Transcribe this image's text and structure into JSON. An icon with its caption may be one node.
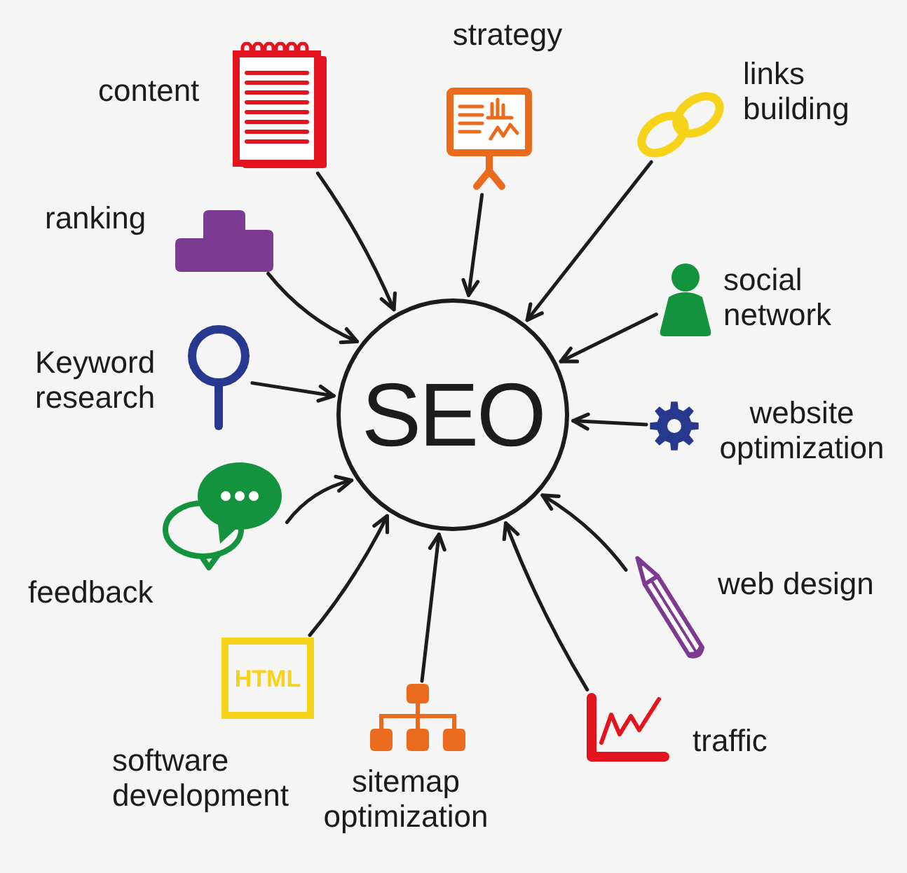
{
  "diagram": {
    "nodes": [
      {
        "text": [
          "content"
        ]
      },
      {
        "text": [
          "strategy"
        ]
      },
      {
        "text": [
          "links building"
        ]
      },
      {
        "text": [
          "ranking"
        ]
      },
      {
        "text": [
          "social network"
        ]
      },
      {
        "text": [
          "Keyword research"
        ]
      },
      {
        "text": [
          "SEO"
        ]
      },
      {
        "text": [
          "website optimization"
        ]
      },
      {
        "text": [
          "feedback"
        ]
      },
      {
        "text": [
          "web design"
        ]
      },
      {
        "text": [
          "software development"
        ]
      },
      {
        "text": [
          "sitemap optimization"
        ]
      },
      {
        "text": [
          "traffic"
        ]
      }
    ],
    "edges": [
      {
        "from": 0,
        "to": 6,
        "arrow": "to"
      },
      {
        "from": 1,
        "to": 6,
        "arrow": "to"
      },
      {
        "from": 2,
        "to": 6,
        "arrow": "to"
      },
      {
        "from": 3,
        "to": 6,
        "arrow": "to"
      },
      {
        "from": 4,
        "to": 6,
        "arrow": "to"
      },
      {
        "from": 5,
        "to": 6,
        "arrow": "to"
      },
      {
        "from": 7,
        "to": 6,
        "arrow": "to"
      },
      {
        "from": 8,
        "to": 6,
        "arrow": "to"
      },
      {
        "from": 9,
        "to": 6,
        "arrow": "to"
      },
      {
        "from": 10,
        "to": 6,
        "arrow": "to"
      },
      {
        "from": 11,
        "to": 6,
        "arrow": "to"
      },
      {
        "from": 12,
        "to": 6,
        "arrow": "to"
      }
    ],
    "labels": [
      "HTML"
    ]
  }
}
